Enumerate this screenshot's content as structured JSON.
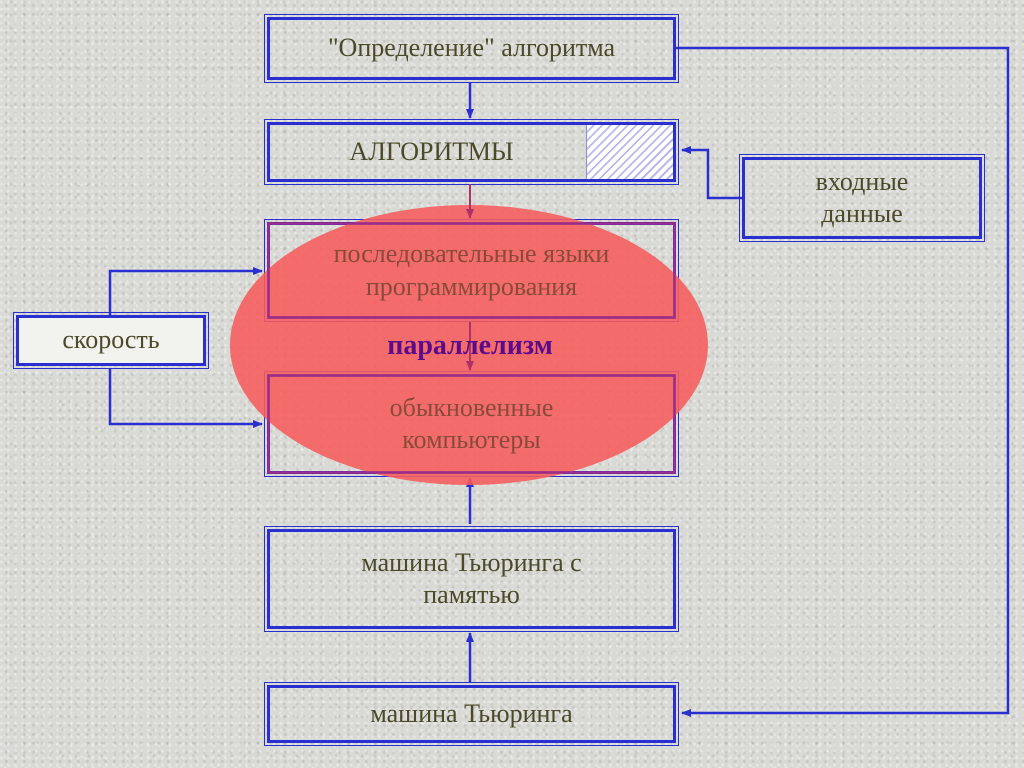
{
  "boxes": {
    "definition": "\"Определение\" алгоритма",
    "algorithms": "АЛГОРИТМЫ",
    "input_data": "входные\nданные",
    "seq_languages": "последовательные языки\nпрограммирования",
    "speed": "скорость",
    "ordinary_computers": "обыкновенные\nкомпьютеры",
    "turing_memory": "машина Тьюринга с\nпамятью",
    "turing": "машина Тьюринга"
  },
  "parallelism": "параллелизм",
  "colors": {
    "border": "#2a2fcf",
    "text": "#4a4a2a",
    "ellipse": "#f65c5c",
    "parallelism_text": "#5a0a8a"
  }
}
